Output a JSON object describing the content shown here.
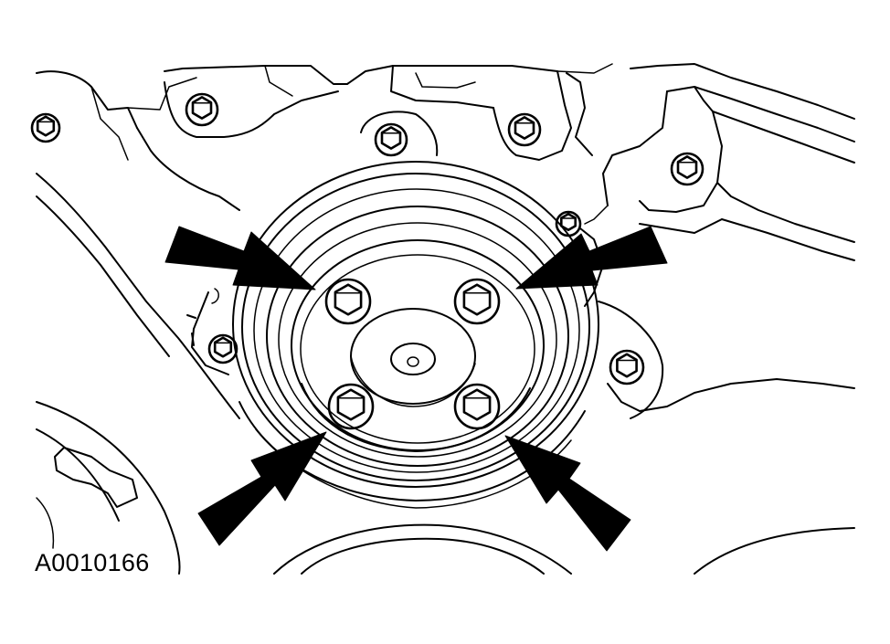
{
  "figure": {
    "reference_code": "A0010166",
    "ink_color": "#000000",
    "background_color": "#ffffff"
  },
  "callouts": {
    "arrow_count": 4,
    "targets": [
      "pulley-bolt-upper-left",
      "pulley-bolt-upper-right",
      "pulley-bolt-lower-left",
      "pulley-bolt-lower-right"
    ]
  }
}
